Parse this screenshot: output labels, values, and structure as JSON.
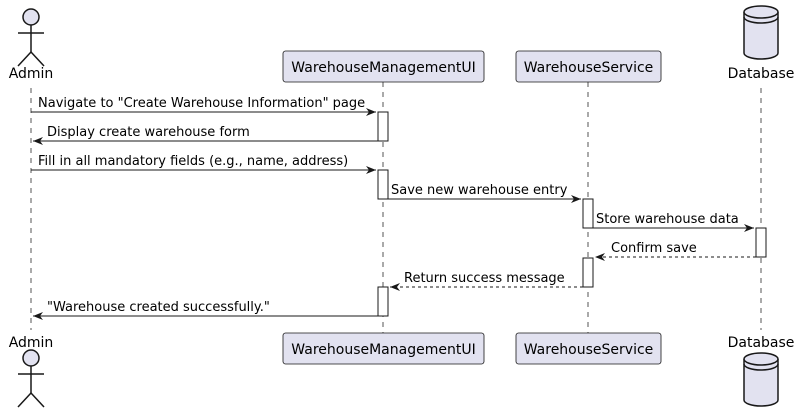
{
  "participants": [
    {
      "id": "admin",
      "label": "Admin",
      "kind": "actor"
    },
    {
      "id": "ui",
      "label": "WarehouseManagementUI",
      "kind": "participant"
    },
    {
      "id": "svc",
      "label": "WarehouseService",
      "kind": "participant"
    },
    {
      "id": "db",
      "label": "Database",
      "kind": "database"
    }
  ],
  "messages": [
    {
      "from": "admin",
      "to": "ui",
      "label": "Navigate to \"Create Warehouse Information\" page",
      "style": "solid"
    },
    {
      "from": "ui",
      "to": "admin",
      "label": "Display create warehouse form",
      "style": "solid"
    },
    {
      "from": "admin",
      "to": "ui",
      "label": "Fill in all mandatory fields (e.g., name, address)",
      "style": "solid"
    },
    {
      "from": "ui",
      "to": "svc",
      "label": "Save new warehouse entry",
      "style": "solid"
    },
    {
      "from": "svc",
      "to": "db",
      "label": "Store warehouse data",
      "style": "solid"
    },
    {
      "from": "db",
      "to": "svc",
      "label": "Confirm save",
      "style": "dashed"
    },
    {
      "from": "svc",
      "to": "ui",
      "label": "Return success message",
      "style": "dashed"
    },
    {
      "from": "ui",
      "to": "admin",
      "label": "\"Warehouse created successfully.\"",
      "style": "solid"
    }
  ],
  "colors": {
    "box_fill": "#E2E2F0",
    "box_stroke": "#181818",
    "lifeline": "#555555",
    "arrow": "#181818",
    "activation_fill": "#ffffff"
  }
}
